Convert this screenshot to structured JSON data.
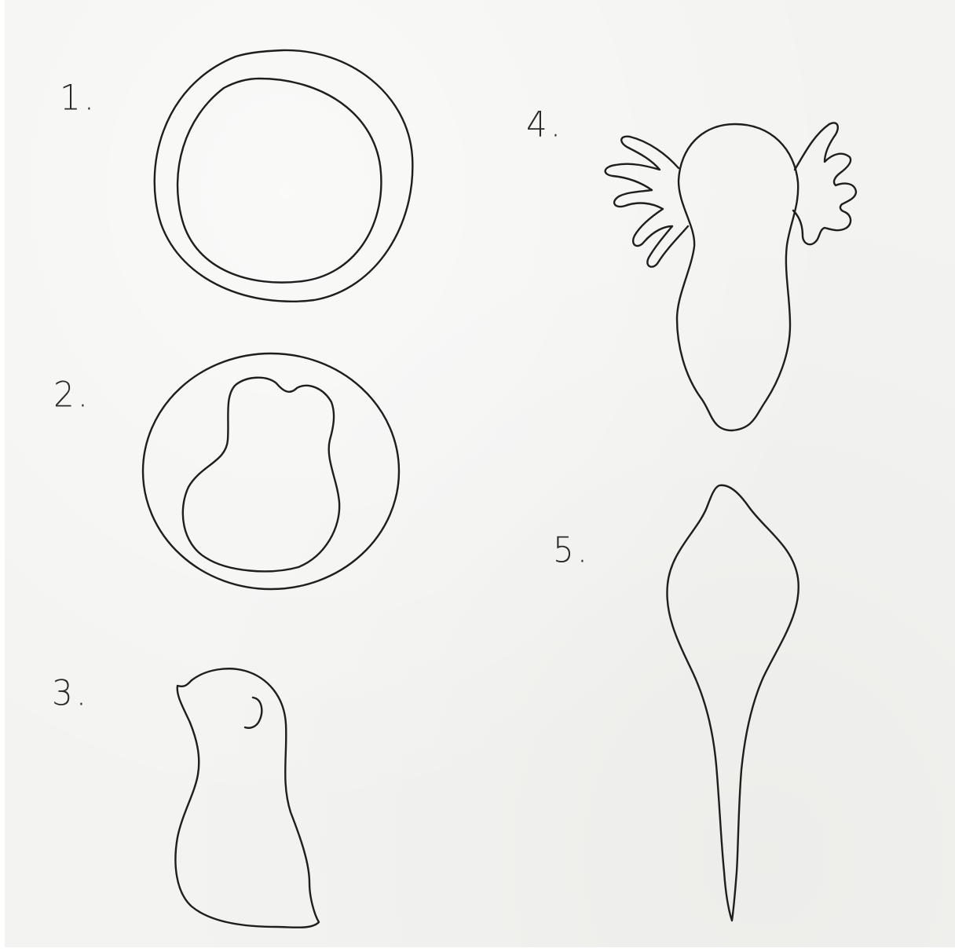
{
  "figure": {
    "stages": [
      {
        "number_label": "1.",
        "shape": "egg-with-inner-cell"
      },
      {
        "number_label": "2.",
        "shape": "egg-with-embryo"
      },
      {
        "number_label": "3.",
        "shape": "hatchling-embryo"
      },
      {
        "number_label": "4.",
        "shape": "larva-with-external-gills"
      },
      {
        "number_label": "5.",
        "shape": "tadpole"
      }
    ]
  },
  "colors": {
    "paper": "#f3f3f1",
    "ink": "#1e1e1e"
  }
}
